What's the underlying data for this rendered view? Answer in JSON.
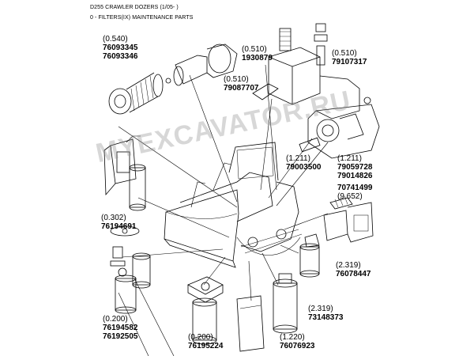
{
  "header": {
    "line1": "D255 CRAWLER DOZERS (1/05- )",
    "line2": "0 - FILTERS(IX) MAINTENANCE PARTS"
  },
  "watermark": "MYEXCAVATOR.RU",
  "callouts": [
    {
      "id": "air-filter",
      "qty": "(0.540)",
      "parts": [
        "76093345",
        "76093346"
      ]
    },
    {
      "id": "fuel-breather",
      "qty": "(0.510)",
      "parts": [
        "1930879"
      ]
    },
    {
      "id": "hydraulic-breather",
      "qty": "(0.510)",
      "parts": [
        "79107317"
      ]
    },
    {
      "id": "strainer",
      "qty": "(0.510)",
      "parts": [
        "79087707"
      ]
    },
    {
      "id": "transmission-filter-a",
      "qty": "(1.211)",
      "parts": [
        "79003500"
      ]
    },
    {
      "id": "transmission-filter-b",
      "qty": "(1.211)",
      "parts": [
        "79059728",
        "79014826"
      ]
    },
    {
      "id": "cab-filter",
      "qty": "(9.652)",
      "parts": [
        "70741499"
      ]
    },
    {
      "id": "hydraulic-filter",
      "qty": "(0.302)",
      "parts": [
        "76194691"
      ]
    },
    {
      "id": "engine-oil-filter",
      "qty": "(0.200)",
      "parts": [
        "76194582",
        "76192505"
      ]
    },
    {
      "id": "spin-on-filter",
      "qty": "(0.200)",
      "parts": [
        "76195224"
      ]
    },
    {
      "id": "fuel-filter",
      "qty": "(1.220)",
      "parts": [
        "76076923"
      ]
    },
    {
      "id": "water-filter",
      "qty": "(2.319)",
      "parts": [
        "73148373"
      ]
    },
    {
      "id": "coolant-filter",
      "qty": "(2.319)",
      "parts": [
        "76078447"
      ]
    }
  ]
}
